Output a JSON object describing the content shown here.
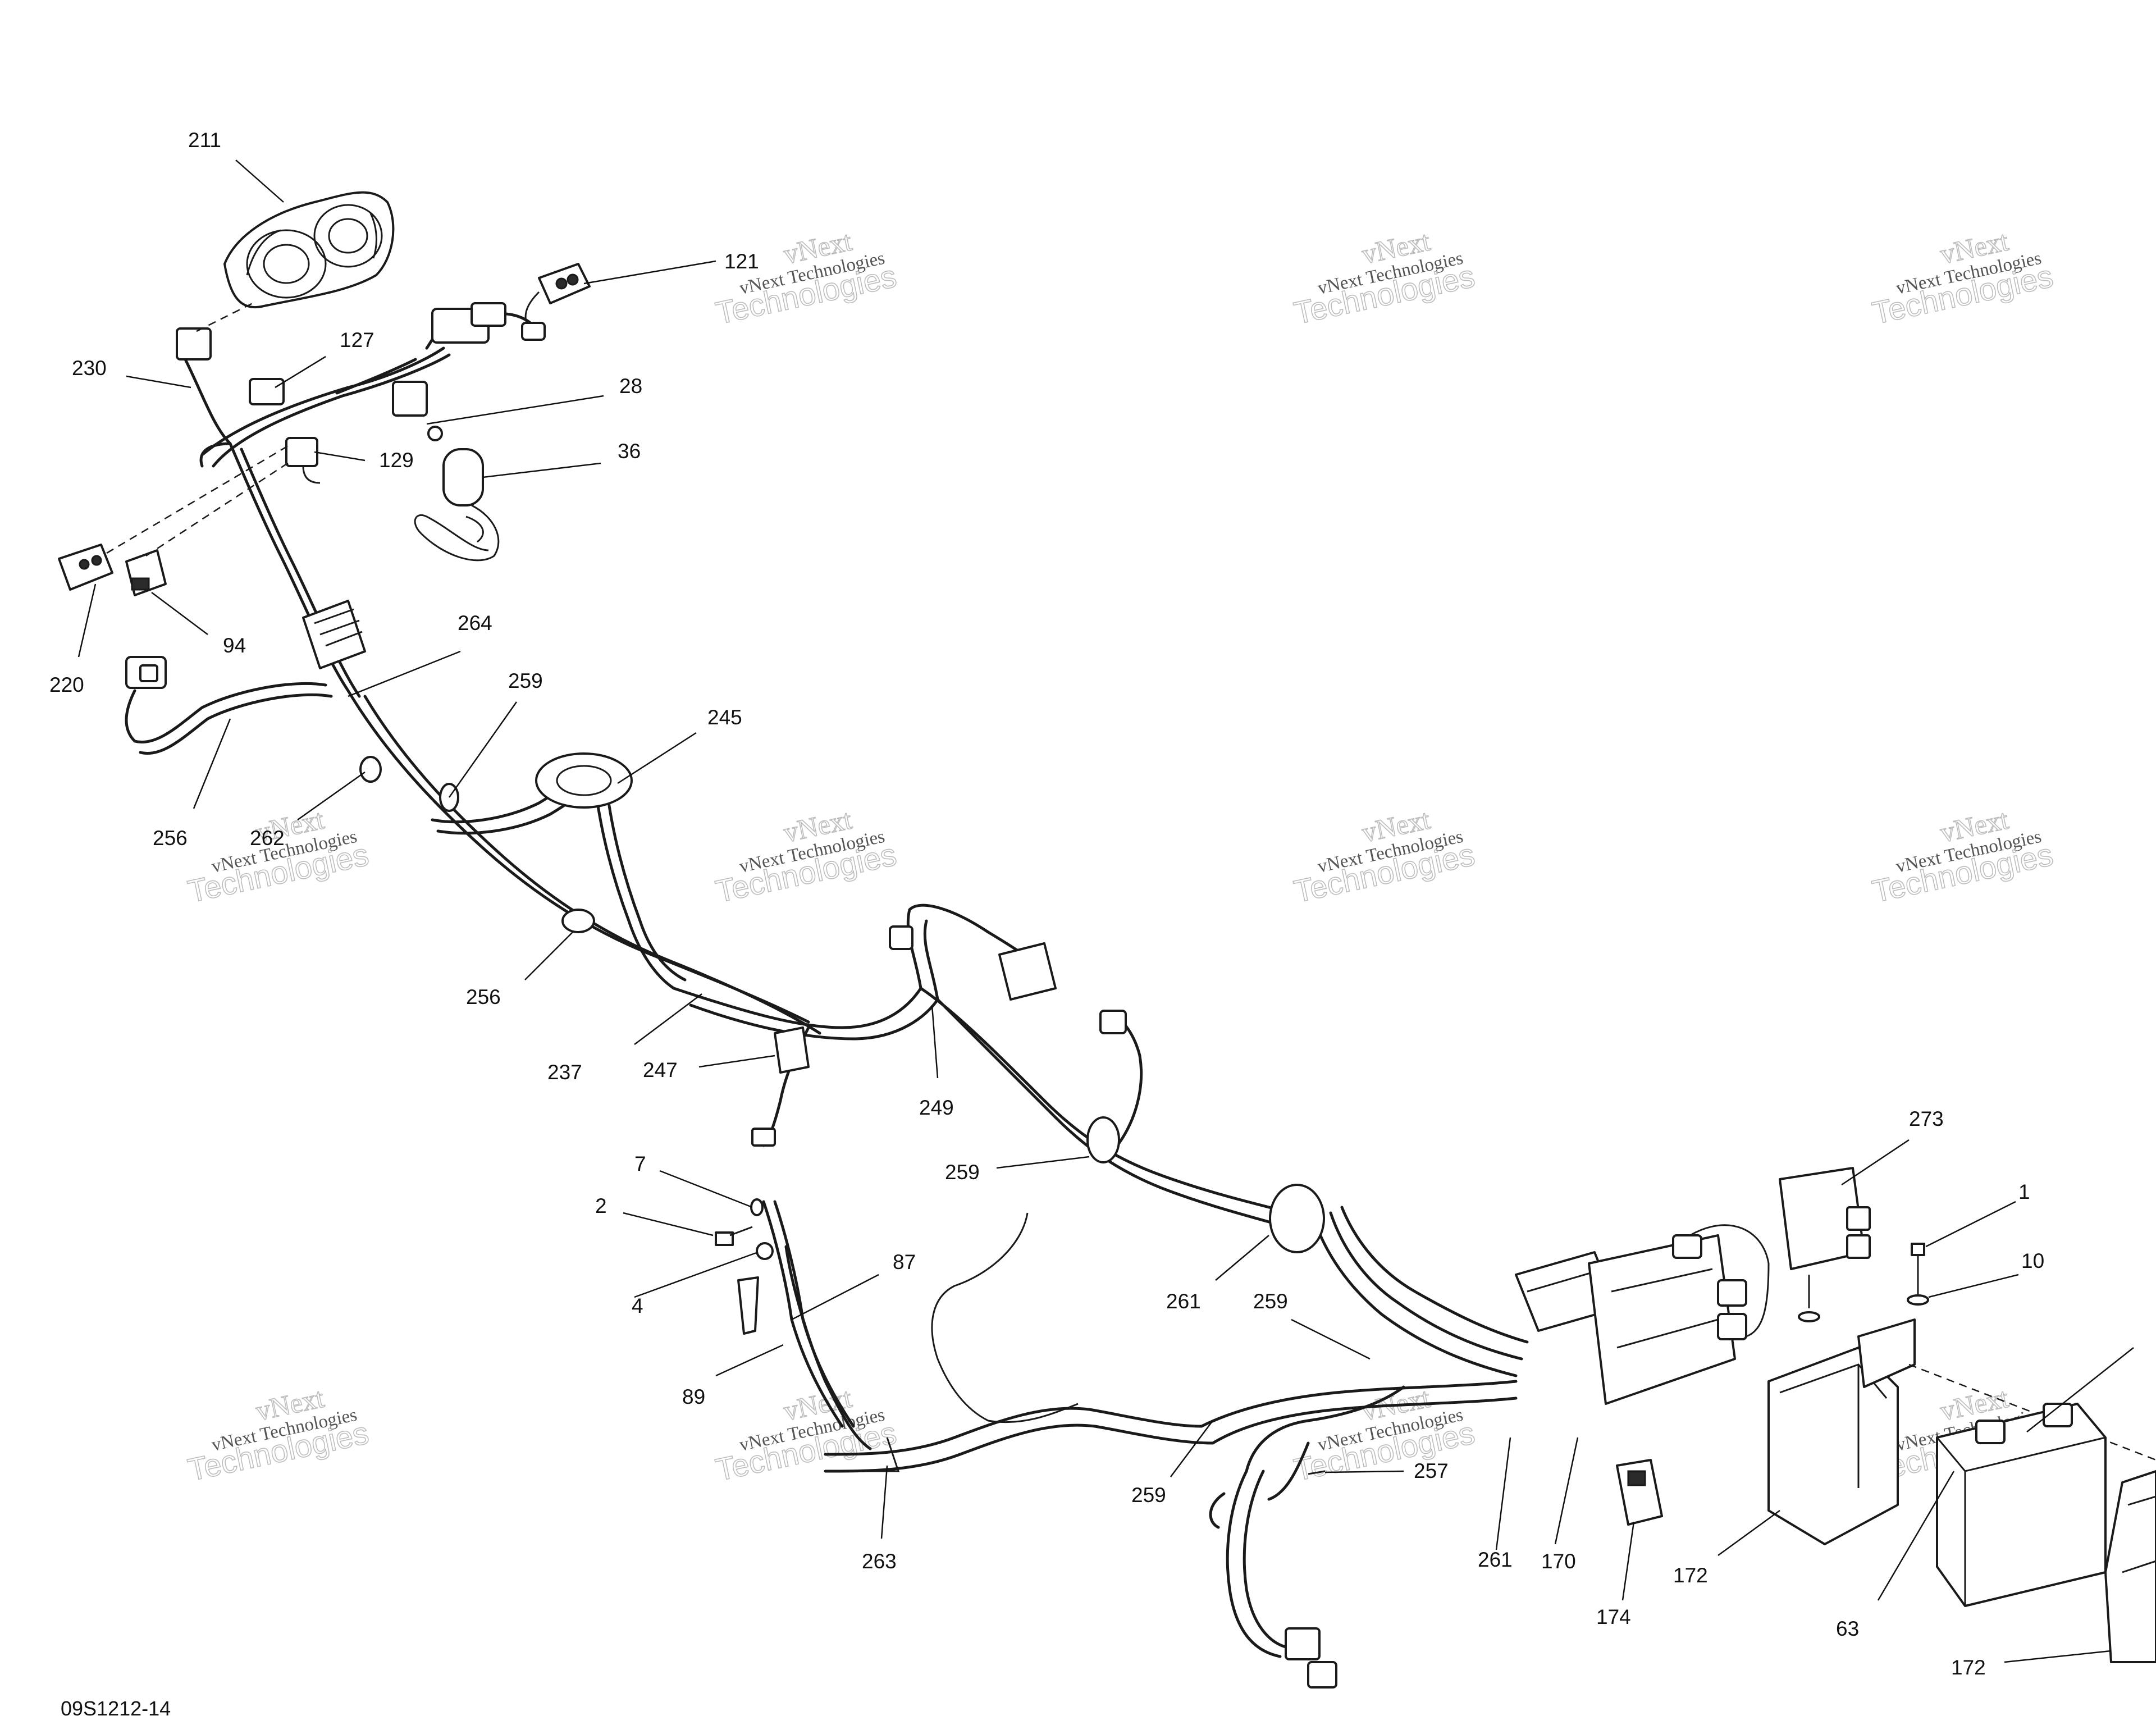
{
  "drawing_number": "09S1212-14",
  "watermark": {
    "line1": "vNext",
    "line2": "vNext Technologies",
    "line3": "Technologies"
  },
  "callouts": [
    {
      "id": "c211",
      "label": "211"
    },
    {
      "id": "c121",
      "label": "121"
    },
    {
      "id": "c127",
      "label": "127"
    },
    {
      "id": "c230",
      "label": "230"
    },
    {
      "id": "c28",
      "label": "28"
    },
    {
      "id": "c129",
      "label": "129"
    },
    {
      "id": "c36",
      "label": "36"
    },
    {
      "id": "c220",
      "label": "220"
    },
    {
      "id": "c94",
      "label": "94"
    },
    {
      "id": "c264",
      "label": "264"
    },
    {
      "id": "c259a",
      "label": "259"
    },
    {
      "id": "c245",
      "label": "245"
    },
    {
      "id": "c256a",
      "label": "256"
    },
    {
      "id": "c262",
      "label": "262"
    },
    {
      "id": "c256b",
      "label": "256"
    },
    {
      "id": "c237",
      "label": "237"
    },
    {
      "id": "c247",
      "label": "247"
    },
    {
      "id": "c249",
      "label": "249"
    },
    {
      "id": "c259b",
      "label": "259"
    },
    {
      "id": "c273",
      "label": "273"
    },
    {
      "id": "c7",
      "label": "7"
    },
    {
      "id": "c2",
      "label": "2"
    },
    {
      "id": "c4",
      "label": "4"
    },
    {
      "id": "c87",
      "label": "87"
    },
    {
      "id": "c89",
      "label": "89"
    },
    {
      "id": "c261a",
      "label": "261"
    },
    {
      "id": "c259c",
      "label": "259"
    },
    {
      "id": "c1",
      "label": "1"
    },
    {
      "id": "c10",
      "label": "10"
    },
    {
      "id": "c259d",
      "label": "259"
    },
    {
      "id": "c257",
      "label": "257"
    },
    {
      "id": "c263",
      "label": "263"
    },
    {
      "id": "c261b",
      "label": "261"
    },
    {
      "id": "c170",
      "label": "170"
    },
    {
      "id": "c174",
      "label": "174"
    },
    {
      "id": "c172a",
      "label": "172"
    },
    {
      "id": "c63",
      "label": "63"
    },
    {
      "id": "c172b",
      "label": "172"
    }
  ]
}
